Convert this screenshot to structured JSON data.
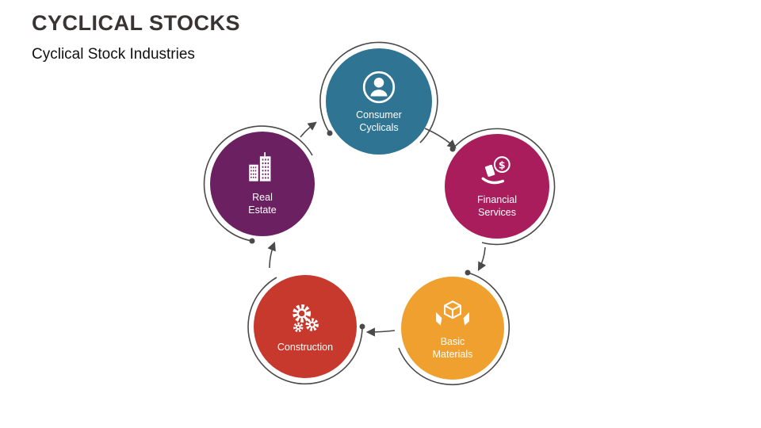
{
  "slide": {
    "title": "CYCLICAL STOCKS",
    "subtitle": "Cyclical Stock Industries",
    "title_color": "#3A3333",
    "background": "#FFFFFF"
  },
  "diagram": {
    "stroke_color": "#4A4A4A",
    "nodes": [
      {
        "id": "consumer-cyclicals",
        "label_line1": "Consumer",
        "label_line2": "Cyclicals",
        "color": "#2F7492",
        "icon": "person-icon"
      },
      {
        "id": "financial-services",
        "label_line1": "Financial",
        "label_line2": "Services",
        "color": "#A91D5C",
        "icon": "dollar-hand-icon"
      },
      {
        "id": "basic-materials",
        "label_line1": "Basic",
        "label_line2": "Materials",
        "color": "#EFA02F",
        "icon": "materials-icon"
      },
      {
        "id": "construction",
        "label_line1": "Construction",
        "label_line2": "",
        "color": "#C7392D",
        "icon": "gears-icon"
      },
      {
        "id": "real-estate",
        "label_line1": "Real",
        "label_line2": "Estate",
        "color": "#6B2161",
        "icon": "buildings-icon"
      }
    ]
  }
}
